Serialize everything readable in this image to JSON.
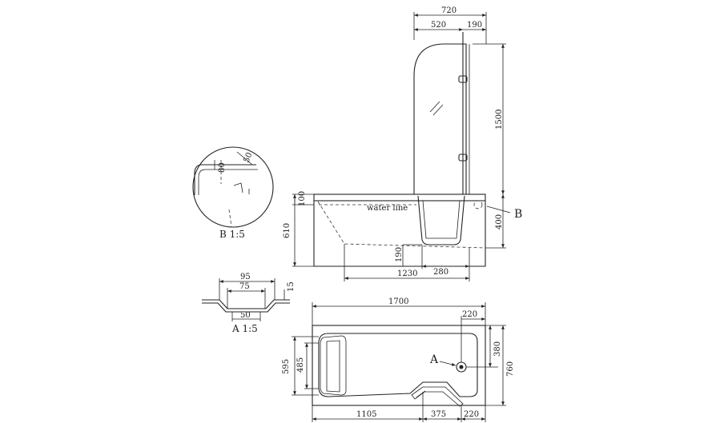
{
  "elevation": {
    "screen_width": "720",
    "screen_panel": "520",
    "screen_fixed": "190",
    "screen_height": "1500",
    "rim_height": "100",
    "tub_height": "610",
    "drain_height": "400",
    "step_height": "190",
    "door_length": "1230",
    "door_width": "280",
    "water_line": "water line",
    "detail_b_marker": "B"
  },
  "plan": {
    "length": "1700",
    "top_offset": "220",
    "width_inner": "380",
    "width_total": "760",
    "depth_outer": "595",
    "depth_inner": "485",
    "bottom_left": "1105",
    "bottom_mid": "375",
    "bottom_right": "220",
    "detail_a_marker": "A"
  },
  "detail_b": {
    "title": "B 1:5",
    "dim_80": "80",
    "dim_50": "50"
  },
  "detail_a": {
    "title": "A 1:5",
    "dim_95": "95",
    "dim_75": "75",
    "dim_15": "15",
    "dim_50": "50"
  }
}
